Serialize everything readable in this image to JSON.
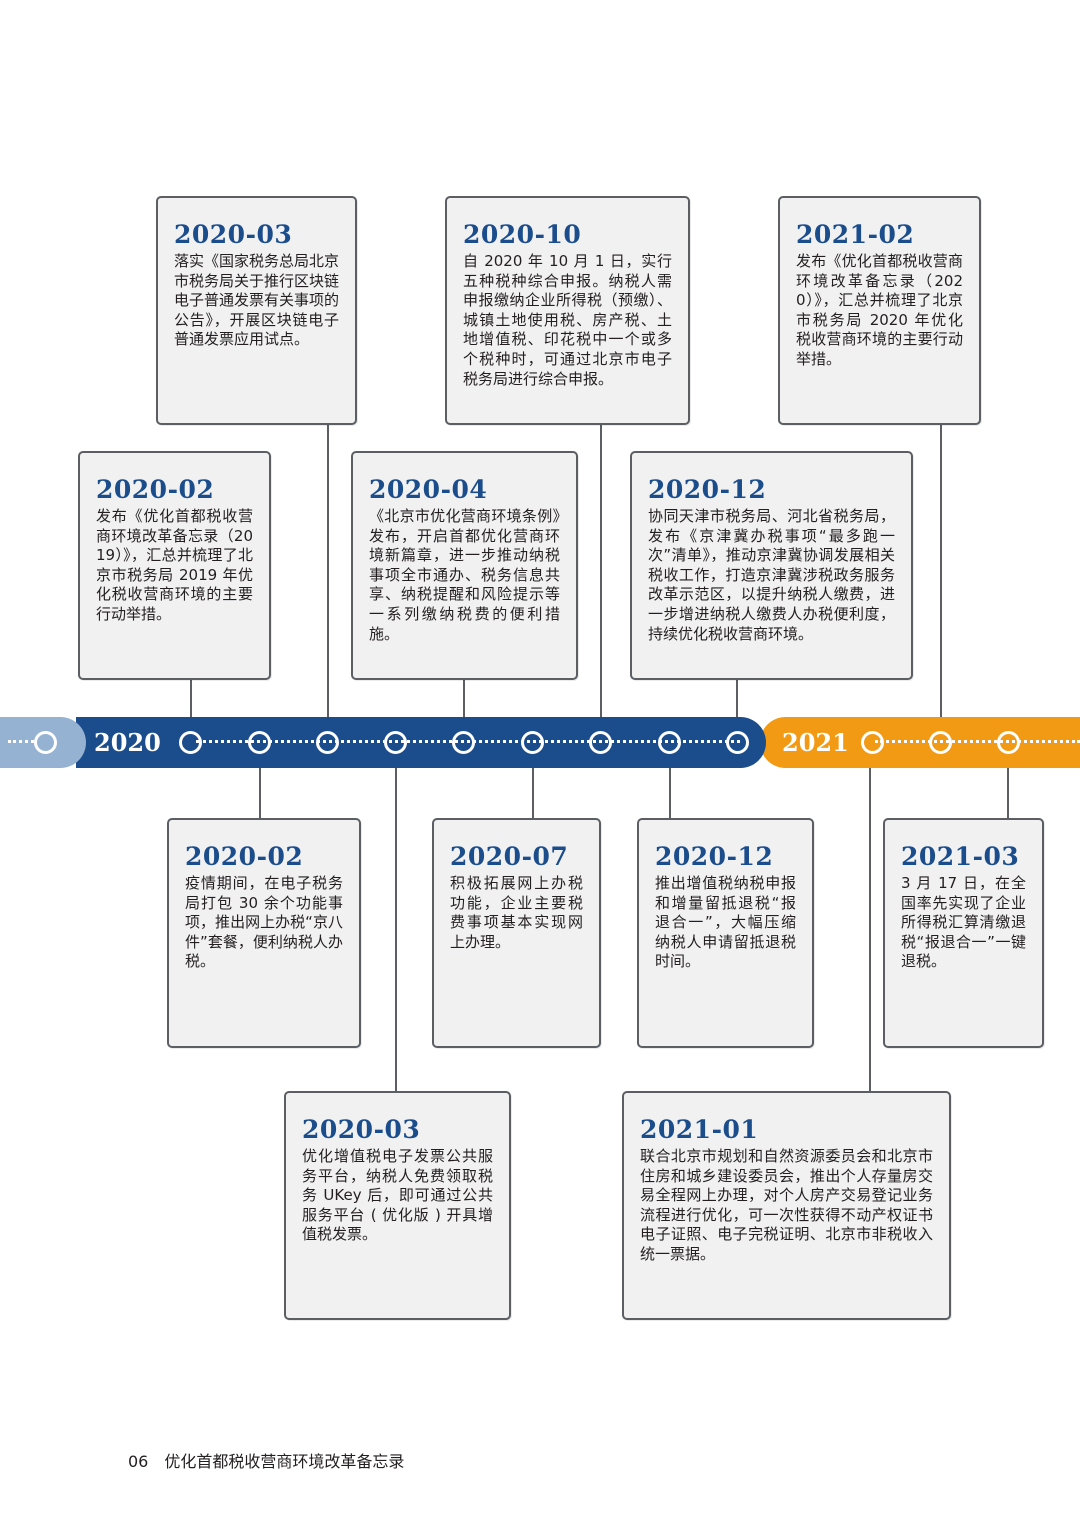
{
  "timeline": {
    "year_2020": "2020",
    "year_2021": "2021",
    "events": [
      {
        "date": "2020-03",
        "text": "落实《国家税务总局北京市税务局关于推行区块链电子普通发票有关事项的公告》，开展区块链电子普通发票应用试点。"
      },
      {
        "date": "2020-10",
        "text": "自 2020 年 10 月 1 日，实行五种税种综合申报。纳税人需申报缴纳企业所得税（预缴）、城镇土地使用税、房产税、土地增值税、印花税中一个或多个税种时，可通过北京市电子税务局进行综合申报。"
      },
      {
        "date": "2021-02",
        "text": "发布《优化首都税收营商环境改革备忘录（2020）》，汇总并梳理了北京市税务局 2020 年优化税收营商环境的主要行动举措。"
      },
      {
        "date": "2020-02",
        "text": "发布《优化首都税收营商环境改革备忘录（2019）》，汇总并梳理了北京市税务局 2019 年优化税收营商环境的主要行动举措。"
      },
      {
        "date": "2020-04",
        "text": "《北京市优化营商环境条例》发布，开启首都优化营商环境新篇章，进一步推动纳税事项全市通办、税务信息共享、纳税提醒和风险提示等一系列缴纳税费的便利措施。"
      },
      {
        "date": "2020-12",
        "text": "协同天津市税务局、河北省税务局，发布《京津冀办税事项“最多跑一次”清单》，推动京津冀协调发展相关税收工作，打造京津冀涉税政务服务改革示范区，以提升纳税人缴费，进一步增进纳税人缴费人办税便利度，持续优化税收营商环境。"
      },
      {
        "date": "2020-02",
        "text": "疫情期间，在电子税务局打包 30 余个功能事项，推出网上办税“京八件”套餐，便利纳税人办税。"
      },
      {
        "date": "2020-07",
        "text": "积极拓展网上办税功能，企业主要税费事项基本实现网上办理。"
      },
      {
        "date": "2020-12",
        "text": "推出增值税纳税申报和增量留抵退税“报退合一”，大幅压缩纳税人申请留抵退税时间。"
      },
      {
        "date": "2021-03",
        "text": "3 月 17 日，在全国率先实现了企业所得税汇算清缴退税“报退合一”一键退税。"
      },
      {
        "date": "2020-03",
        "text": "优化增值税电子发票公共服务平台，纳税人免费领取税务 UKey 后，即可通过公共服务平台 ( 优化版 ) 开具增值税发票。"
      },
      {
        "date": "2021-01",
        "text": "联合北京市规划和自然资源委员会和北京市住房和城乡建设委员会，推出个人存量房交易全程网上办理，对个人房产交易登记业务流程进行优化，可一次性获得不动产权证书电子证照、电子完税证明、北京市非税收入统一票据。"
      }
    ]
  },
  "footer": {
    "page_number": "06",
    "title": "优化首都税收营商环境改革备忘录"
  },
  "colors": {
    "blue": "#1b4d8c",
    "orange": "#f39a15",
    "light_blue": "#96b2d3",
    "card_bg": "#f1f1f2",
    "card_border": "#5b5e62"
  }
}
